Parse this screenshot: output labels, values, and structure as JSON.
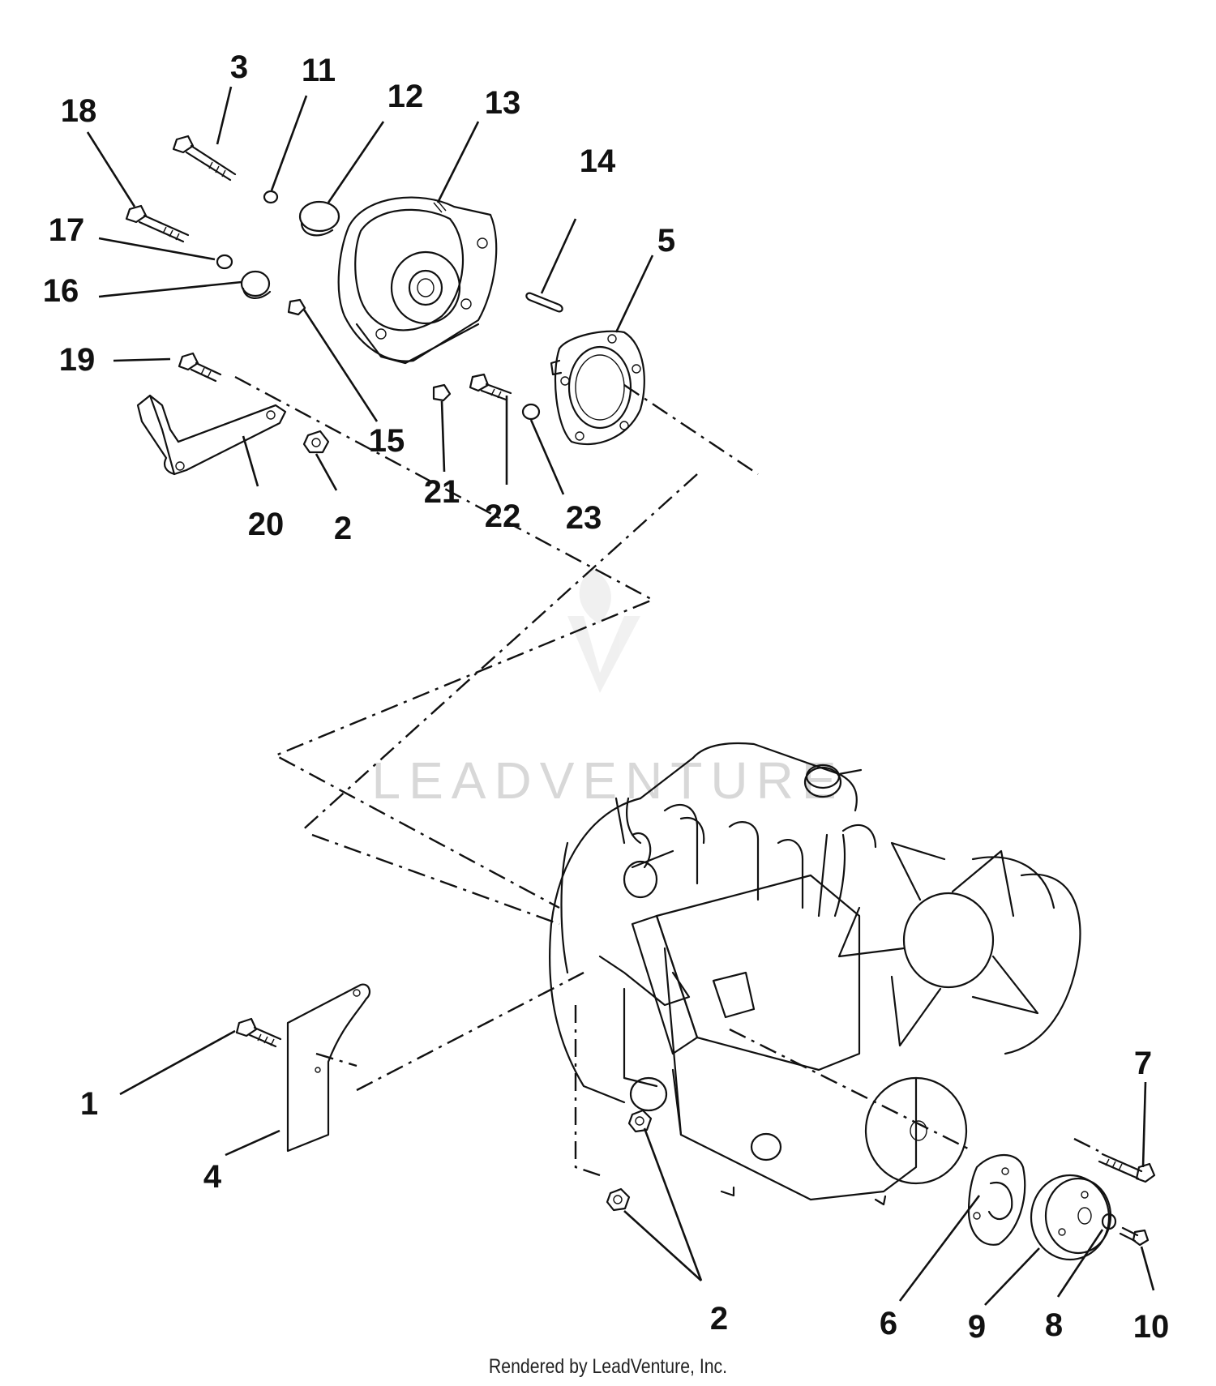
{
  "watermark": "LEADVENTURE",
  "footer": "Rendered by LeadVenture, Inc.",
  "callouts": {
    "c1": "1",
    "c2a": "2",
    "c2b": "2",
    "c3": "3",
    "c4": "4",
    "c5": "5",
    "c6": "6",
    "c7": "7",
    "c8": "8",
    "c9": "9",
    "c10": "10",
    "c11": "11",
    "c12": "12",
    "c13": "13",
    "c14": "14",
    "c15": "15",
    "c16": "16",
    "c17": "17",
    "c18": "18",
    "c19": "19",
    "c20": "20",
    "c21": "21",
    "c22": "22",
    "c23": "23"
  }
}
